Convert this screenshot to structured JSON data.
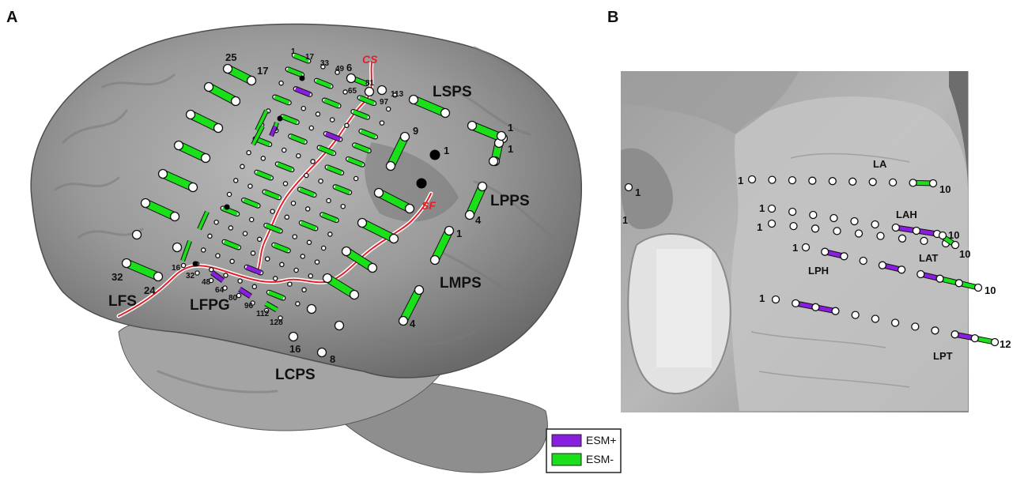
{
  "panels": {
    "a_label": "A",
    "b_label": "B"
  },
  "colors": {
    "esm_pos": "#8a1ee0",
    "esm_neg": "#19e019",
    "sulcus_line": "#e0202a",
    "contact_fill": "#ffffff"
  },
  "panel_a": {
    "sulcus_labels": {
      "cs": "CS",
      "sf": "SF"
    },
    "electrode_names": {
      "lsps": "LSPS",
      "lpps": "LPPS",
      "lmps": "LMPS",
      "lfs": "LFS",
      "lfpg": "LFPG",
      "lcps": "LCPS"
    },
    "numbers": {
      "n25": "25",
      "n17a": "17",
      "n1a": "1",
      "n17b": "17",
      "n33": "33",
      "n49": "49",
      "n6": "6",
      "n81": "81",
      "n65": "65",
      "n97": "97",
      "n113": "113",
      "n9": "9",
      "n1b": "1",
      "n1c": "1",
      "n1d": "1",
      "n4a": "4",
      "n1e": "1",
      "n4b": "4",
      "n32a": "32",
      "n24": "24",
      "n16a": "16",
      "n32b": "32",
      "n48": "48",
      "n64": "64",
      "n80": "80",
      "n96": "96",
      "n112": "112",
      "n128": "128",
      "n16b": "16",
      "n8": "8"
    }
  },
  "panel_b": {
    "electrode_names": {
      "la": "LA",
      "lah": "LAH",
      "lat": "LAT",
      "lph": "LPH",
      "lpt": "LPT"
    },
    "numbers": {
      "left1a": "1",
      "left1b": "1",
      "la1": "1",
      "la10": "10",
      "lah1a": "1",
      "lah1b": "1",
      "lah10": "10",
      "lat10": "10",
      "lph1": "1",
      "lph10": "10",
      "lpt1": "1",
      "lpt12": "12"
    }
  },
  "legend": {
    "pos_label": "ESM+",
    "neg_label": "ESM-"
  }
}
